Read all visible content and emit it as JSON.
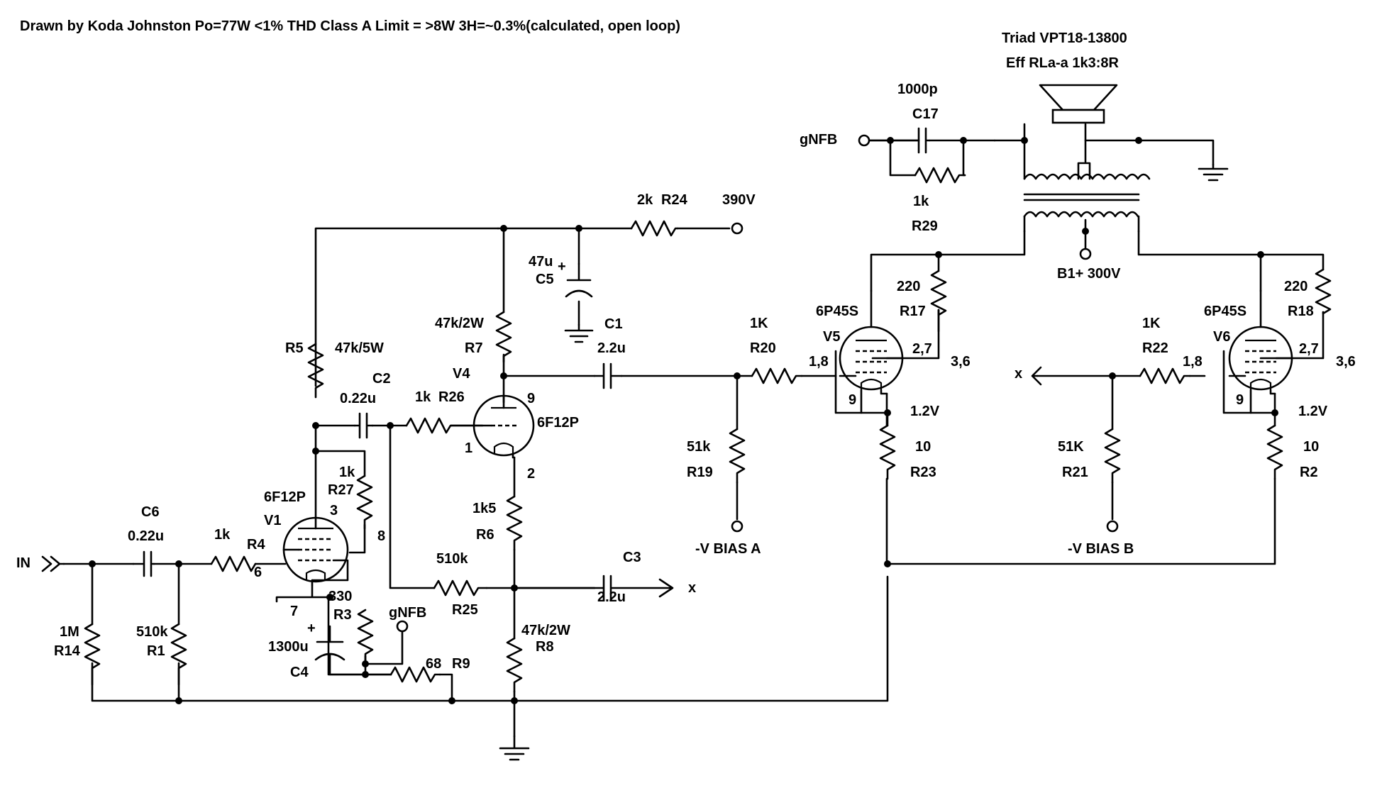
{
  "header": {
    "note": "Drawn by Koda Johnston Po=77W <1% THD   Class A Limit = >8W 3H=~0.3%(calculated, open loop)"
  },
  "transformer": {
    "model": "Triad VPT18-13800",
    "ratio": "Eff RLa-a 1k3:8R",
    "tap_label": "B1+ 300V"
  },
  "nets": {
    "input": "IN",
    "supply": "390V",
    "gnfb_out": "gNFB",
    "gnfb_in": "gNFB",
    "x_out": "x",
    "x_in": "x",
    "bias_a": "-V BIAS A",
    "bias_b": "-V BIAS B"
  },
  "tubes": {
    "v1": {
      "ref": "V1",
      "type": "6F12P",
      "pin_grid": "6",
      "pin_cathode": "7",
      "pin_plate": "3",
      "pin_screen": "8"
    },
    "v4": {
      "ref": "V4",
      "type": "6F12P",
      "pin_plate": "9",
      "pin_grid": "1",
      "pin_cathode": "2"
    },
    "v5": {
      "ref": "V5",
      "type": "6P45S",
      "pin_grid": "1,8",
      "pin_screen": "2,7",
      "pin_plate": "3,6",
      "pin_cathode": "9",
      "cathode_v": "1.2V"
    },
    "v6": {
      "ref": "V6",
      "type": "6P45S",
      "pin_grid": "1,8",
      "pin_screen": "2,7",
      "pin_plate": "3,6",
      "pin_cathode": "9",
      "cathode_v": "1.2V"
    }
  },
  "resistors": {
    "r1": {
      "ref": "R1",
      "value": "510k"
    },
    "r2": {
      "ref": "R2",
      "value": "10"
    },
    "r3": {
      "ref": "R3",
      "value": "330"
    },
    "r4": {
      "ref": "R4",
      "value": "1k"
    },
    "r5": {
      "ref": "R5",
      "value": "47k/5W"
    },
    "r6": {
      "ref": "R6",
      "value": "1k5"
    },
    "r7": {
      "ref": "R7",
      "value": "47k/2W"
    },
    "r8": {
      "ref": "R8",
      "value": "47k/2W"
    },
    "r9": {
      "ref": "R9",
      "value": "68"
    },
    "r14": {
      "ref": "R14",
      "value": "1M"
    },
    "r17": {
      "ref": "R17",
      "value": "220"
    },
    "r18": {
      "ref": "R18",
      "value": "220"
    },
    "r19": {
      "ref": "R19",
      "value": "51k"
    },
    "r20": {
      "ref": "R20",
      "value": "1K"
    },
    "r21": {
      "ref": "R21",
      "value": "51K"
    },
    "r22": {
      "ref": "R22",
      "value": "1K"
    },
    "r23": {
      "ref": "R23",
      "value": "10"
    },
    "r24": {
      "ref": "R24",
      "value": "2k"
    },
    "r25": {
      "ref": "R25",
      "value": "510k"
    },
    "r26": {
      "ref": "R26",
      "value": "1k"
    },
    "r27": {
      "ref": "R27",
      "value": "1k"
    },
    "r29": {
      "ref": "R29",
      "value": "1k"
    }
  },
  "capacitors": {
    "c1": {
      "ref": "C1",
      "value": "2.2u"
    },
    "c2": {
      "ref": "C2",
      "value": "0.22u"
    },
    "c3": {
      "ref": "C3",
      "value": "2.2u"
    },
    "c4": {
      "ref": "C4",
      "value": "1300u"
    },
    "c5": {
      "ref": "C5",
      "value": "47u"
    },
    "c6": {
      "ref": "C6",
      "value": "0.22u"
    },
    "c17": {
      "ref": "C17",
      "value": "1000p"
    }
  },
  "polarity_mark": "+"
}
